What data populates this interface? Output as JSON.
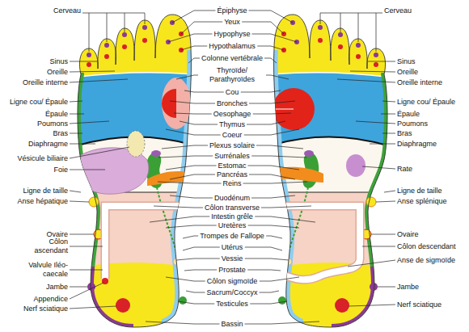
{
  "diagram": {
    "labels": [
      "Cerveau",
      "Sinus",
      "Oreille",
      "Oreille interne",
      "Ligne cou/ Épaule",
      "Épaule",
      "Poumons",
      "Bras",
      "Diaphragme",
      "Vésicule biliaire",
      "Foie",
      "Ligne de taille",
      "Anse hépatique",
      "Ovaire",
      "Côlon ascendant",
      "Valvule Iléo-caecale",
      "Jambe",
      "Appendice",
      "Nerf sciatique",
      "Épiphyse",
      "Yeux",
      "Hypophyse",
      "Hypothalamus",
      "Colonne vertébrale",
      "Thyroïde/ Parathyroïdes",
      "Cou",
      "Bronches",
      "Oesophage",
      "Thymus",
      "Coeur",
      "Plexus solaire",
      "Surrénales",
      "Estomac",
      "Pancréas",
      "Reins",
      "Duodénum",
      "Côlon transverse",
      "Intestin grêle",
      "Uretères",
      "Trompes de Fallope",
      "Utérus",
      "Vessie",
      "Prostate",
      "Côlon sigmoïde",
      "Sacrum/Coccyx",
      "Testicules",
      "Bassin",
      "Cerveau",
      "Sinus",
      "Oreille",
      "Oreille interne",
      "Ligne cou/ Épaule",
      "Épaule",
      "Poumons",
      "Bras",
      "Diaphragme",
      "Rate",
      "Ligne de taille",
      "Anse splénique",
      "Ovaire",
      "Côlon descendant",
      "Anse de sigmoïde",
      "Jambe",
      "Nerf sciatique"
    ]
  }
}
